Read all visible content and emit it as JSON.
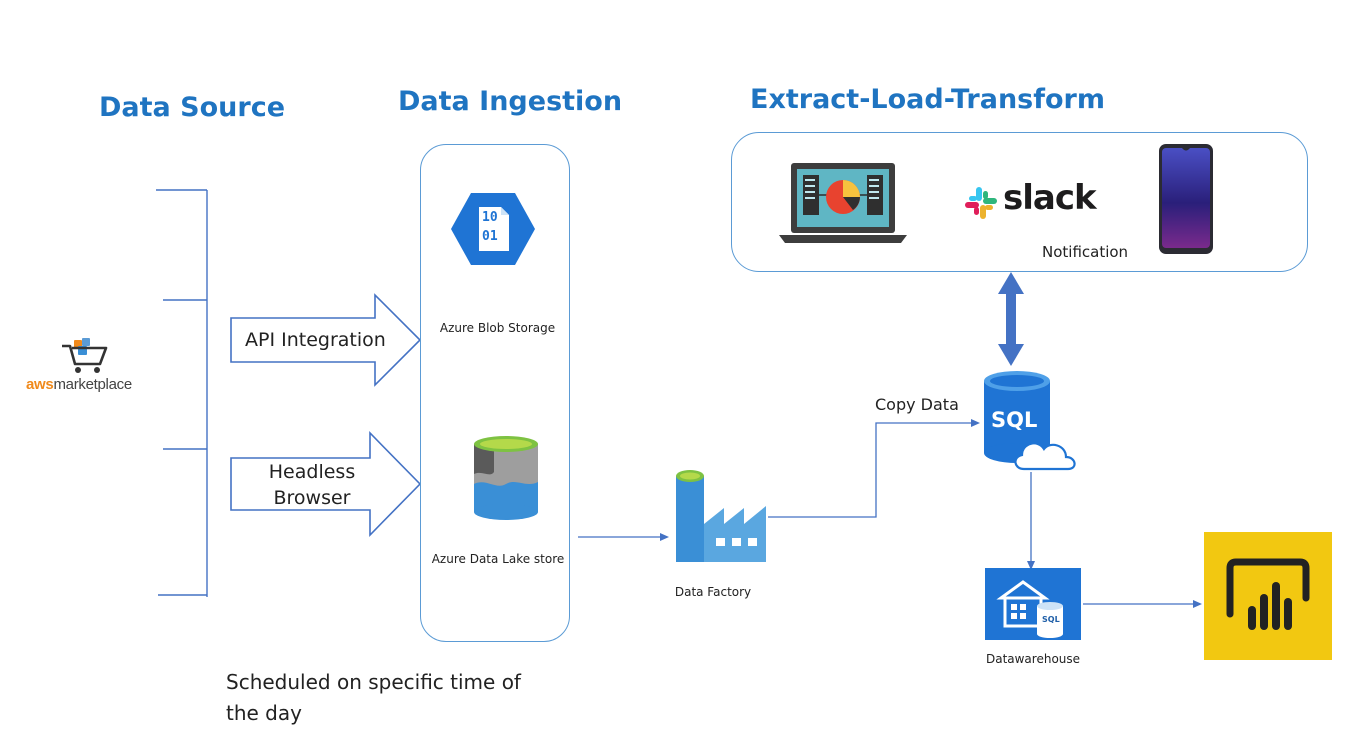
{
  "sections": {
    "source_title": "Data Source",
    "ingestion_title": "Data Ingestion",
    "elt_title": "Extract-Load-Transform"
  },
  "source": {
    "logo_aws": "aws",
    "logo_marketplace": "marketplace"
  },
  "arrows": {
    "api": "API Integration",
    "headless_line1": "Headless",
    "headless_line2": "Browser"
  },
  "ingestion": {
    "blob_label": "Azure  Blob Storage",
    "blob_digits_top": "10",
    "blob_digits_bottom": "01",
    "lake_label": "Azure  Data Lake store"
  },
  "schedule": {
    "line1": "Scheduled on specific time of",
    "line2": "the day"
  },
  "factory": {
    "label": "Data Factory"
  },
  "copy": {
    "label": "Copy Data"
  },
  "elt": {
    "slack": "slack",
    "notification": "Notification"
  },
  "sql": {
    "text": "SQL"
  },
  "warehouse": {
    "label": "Datawarehouse",
    "sql_badge": "SQL"
  },
  "colors": {
    "title_blue": "#1f74c1",
    "line_blue": "#4472c4",
    "panel_border": "#5b9bd5",
    "azure_blue": "#1f74d4",
    "powerbi_yellow": "#f2c811"
  },
  "icons": {
    "cart": "shopping-cart-icon",
    "blob": "azure-blob-storage-icon",
    "lake": "azure-data-lake-icon",
    "factory": "data-factory-icon",
    "laptop": "laptop-dashboard-icon",
    "slack": "slack-logo-icon",
    "phone": "smartphone-icon",
    "sql": "sql-database-cloud-icon",
    "warehouse": "data-warehouse-icon",
    "powerbi": "power-bi-icon"
  }
}
